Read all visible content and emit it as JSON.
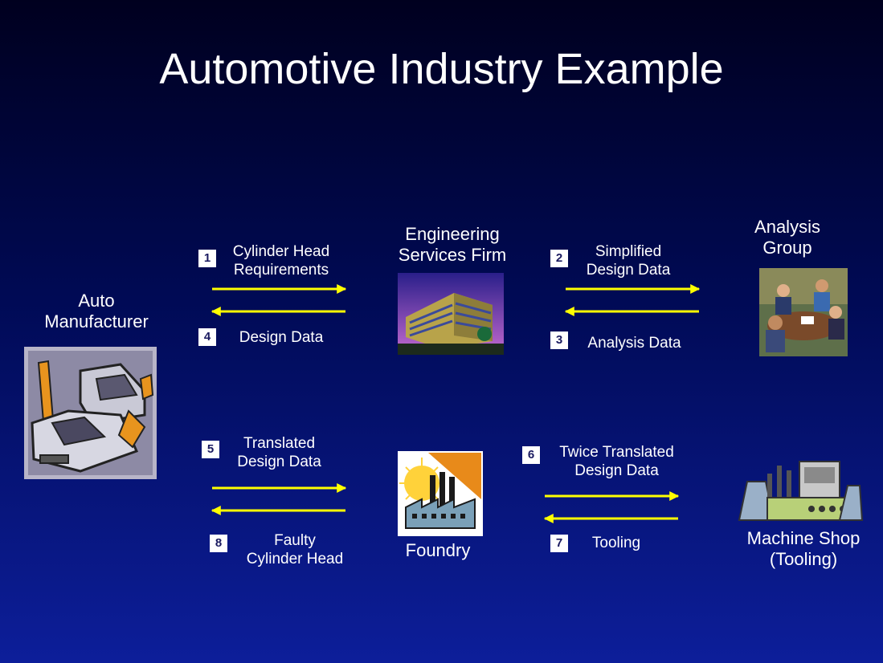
{
  "slide": {
    "title": "Automotive Industry Example",
    "accent_colors": {
      "arrow": "#ffff00",
      "background": "#000a55"
    }
  },
  "nodes": {
    "auto_manufacturer": {
      "line1": "Auto",
      "line2": "Manufacturer",
      "icon": "car-factory-robot-icon"
    },
    "engineering_firm": {
      "line1": "Engineering",
      "line2": "Services Firm",
      "icon": "office-building-icon"
    },
    "analysis_group": {
      "line1": "Analysis",
      "line2": "Group",
      "icon": "meeting-people-icon"
    },
    "foundry": {
      "label": "Foundry",
      "icon": "factory-icon"
    },
    "machine_shop": {
      "line1": "Machine Shop",
      "line2": "(Tooling)",
      "icon": "industrial-plant-icon"
    }
  },
  "flows": [
    {
      "step": "1",
      "line1": "Cylinder Head",
      "line2": "Requirements"
    },
    {
      "step": "2",
      "line1": "Simplified",
      "line2": "Design Data"
    },
    {
      "step": "3",
      "line1": "Analysis Data",
      "line2": ""
    },
    {
      "step": "4",
      "line1": "Design Data",
      "line2": ""
    },
    {
      "step": "5",
      "line1": "Translated",
      "line2": "Design Data"
    },
    {
      "step": "6",
      "line1": "Twice Translated",
      "line2": "Design Data"
    },
    {
      "step": "7",
      "line1": "Tooling",
      "line2": ""
    },
    {
      "step": "8",
      "line1": "Faulty",
      "line2": "Cylinder Head"
    }
  ]
}
